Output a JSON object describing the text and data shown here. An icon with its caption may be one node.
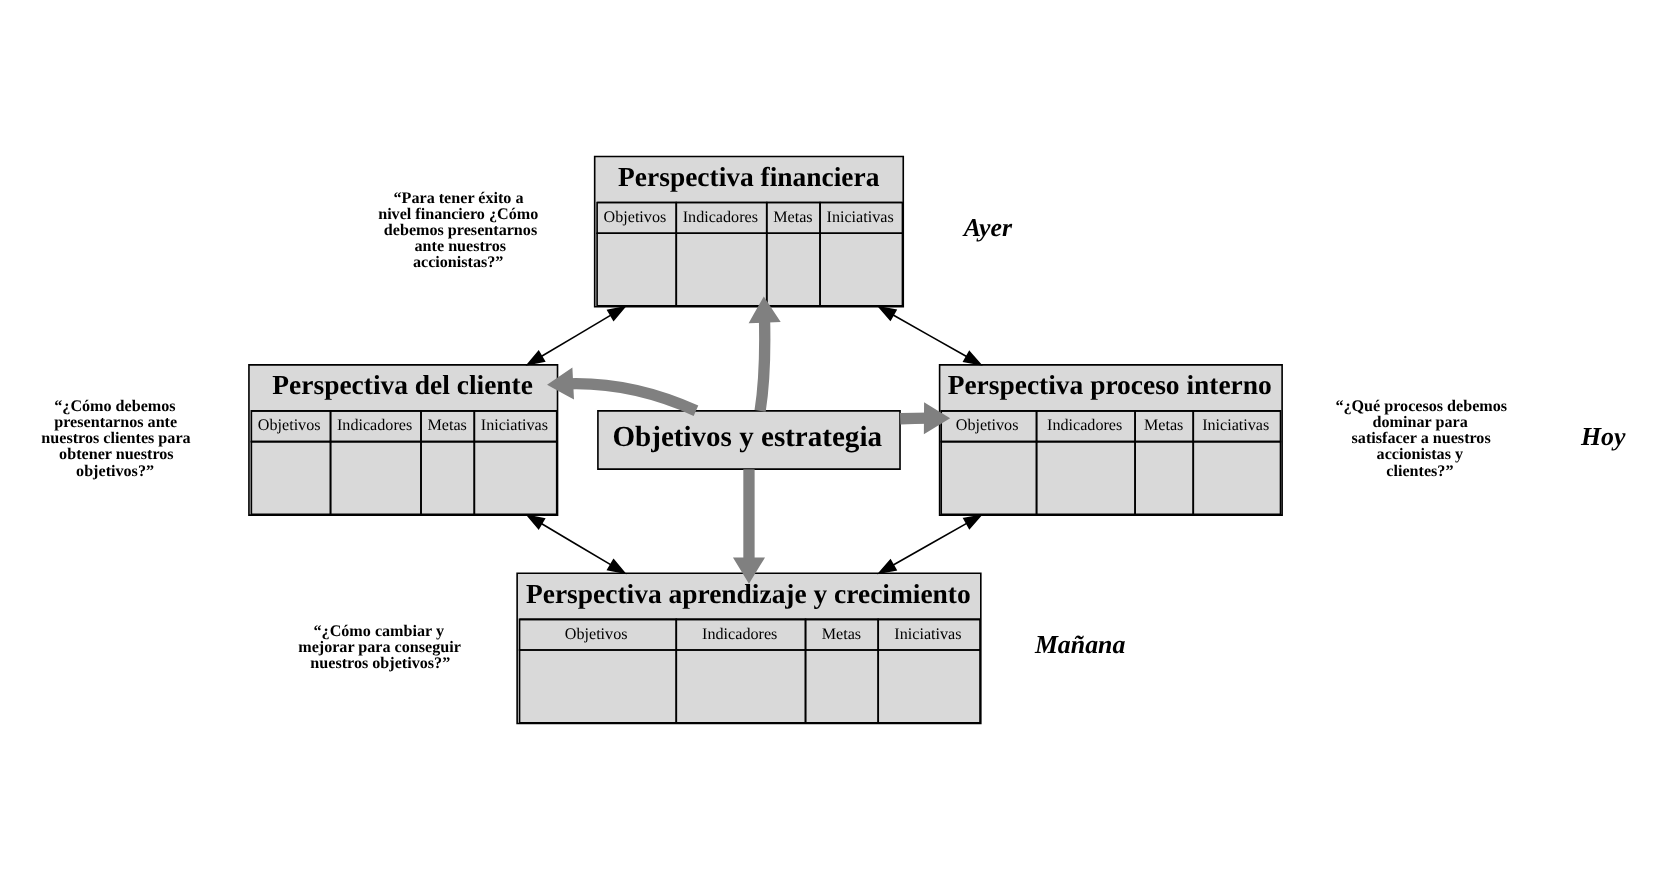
{
  "diagram": {
    "nodes": [
      {
        "text": [
          "Objetivos y estrategia"
        ]
      },
      {
        "text": [
          "Perspectiva financiera",
          "Objetivos",
          "Indicadores",
          "Metas",
          "Iniciativas"
        ],
        "beside": [
          "“Para tener éxito a nivel financiero ¿Cómo debemos presentarnos ante nuestros accionistas?”"
        ]
      },
      {
        "text": [
          "Perspectiva del cliente",
          "Objetivos",
          "Indicadores",
          "Metas",
          "Iniciativas"
        ],
        "beside": [
          "“¿Cómo debemos presentarnos ante nuestros clientes para obtener nuestros objetivos?”"
        ]
      },
      {
        "text": [
          "Perspectiva proceso interno",
          "Objetivos",
          "Indicadores",
          "Metas",
          "Iniciativas"
        ],
        "beside": [
          "“¿Qué procesos debemos dominar para satisfacer a nuestros accionistas y clientes?”"
        ]
      },
      {
        "text": [
          "Perspectiva aprendizaje y crecimiento",
          "Objetivos",
          "Indicadores",
          "Metas",
          "Iniciativas"
        ],
        "beside": [
          "“¿Cómo cambiar y mejorar para conseguir nuestros objetivos?”"
        ]
      }
    ],
    "edges": [
      {
        "from": 0,
        "to": 1,
        "arrow": "to",
        "style": "thick",
        "color": "#808080"
      },
      {
        "from": 0,
        "to": 2,
        "arrow": "to",
        "style": "thick",
        "color": "#808080"
      },
      {
        "from": 0,
        "to": 3,
        "arrow": "to",
        "style": "thick",
        "color": "#808080"
      },
      {
        "from": 0,
        "to": 4,
        "arrow": "to",
        "style": "thick",
        "color": "#808080"
      },
      {
        "from": 2,
        "to": 1,
        "arrow": "both",
        "color": "#000000"
      },
      {
        "from": 1,
        "to": 3,
        "arrow": "both",
        "color": "#000000"
      },
      {
        "from": 2,
        "to": 4,
        "arrow": "both",
        "color": "#000000"
      },
      {
        "from": 3,
        "to": 4,
        "arrow": "both",
        "color": "#000000"
      }
    ],
    "labels": [
      "Ayer",
      "Hoy",
      "Mañana"
    ]
  }
}
